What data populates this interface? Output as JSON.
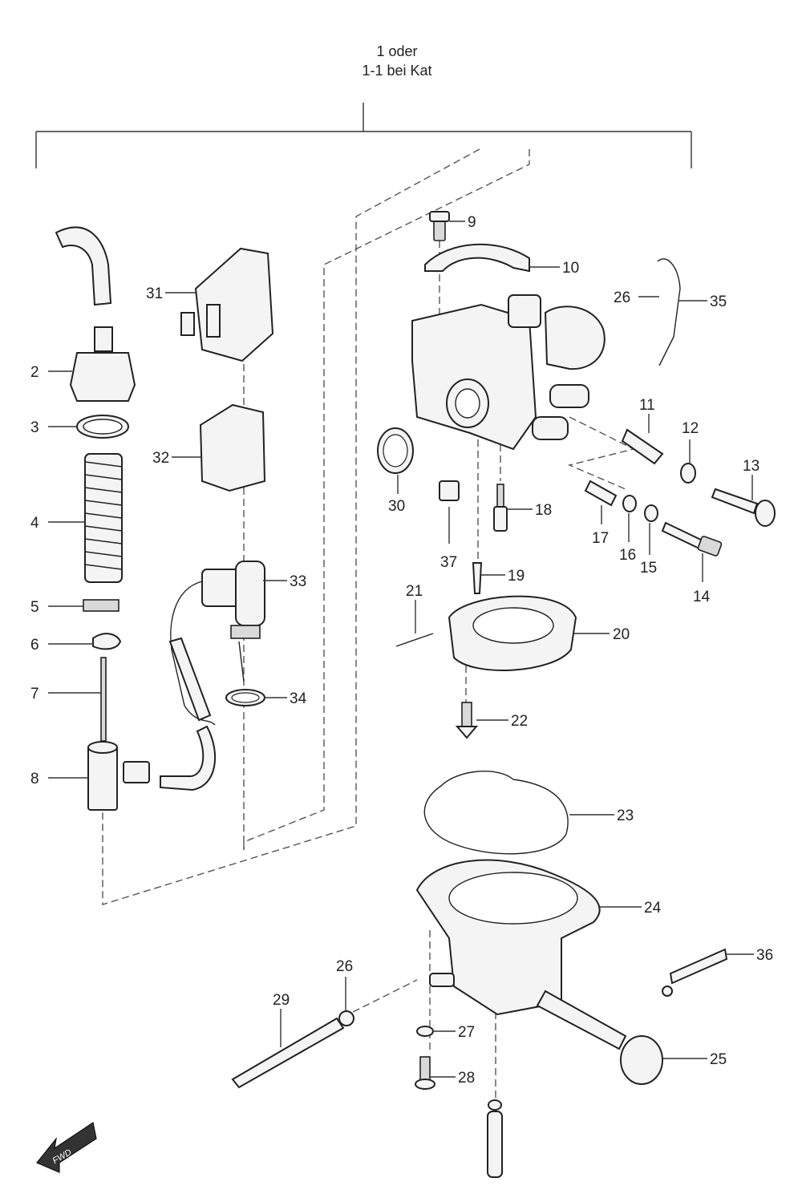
{
  "title": {
    "line1": "1 oder",
    "line2": "1-1 bei Kat"
  },
  "callouts": [
    {
      "id": "c2",
      "label": "2"
    },
    {
      "id": "c3",
      "label": "3"
    },
    {
      "id": "c4",
      "label": "4"
    },
    {
      "id": "c5",
      "label": "5"
    },
    {
      "id": "c6",
      "label": "6"
    },
    {
      "id": "c7",
      "label": "7"
    },
    {
      "id": "c8",
      "label": "8"
    },
    {
      "id": "c9",
      "label": "9"
    },
    {
      "id": "c10",
      "label": "10"
    },
    {
      "id": "c11",
      "label": "11"
    },
    {
      "id": "c12",
      "label": "12"
    },
    {
      "id": "c13",
      "label": "13"
    },
    {
      "id": "c14",
      "label": "14"
    },
    {
      "id": "c15",
      "label": "15"
    },
    {
      "id": "c16",
      "label": "16"
    },
    {
      "id": "c17",
      "label": "17"
    },
    {
      "id": "c18",
      "label": "18"
    },
    {
      "id": "c19",
      "label": "19"
    },
    {
      "id": "c20",
      "label": "20"
    },
    {
      "id": "c21",
      "label": "21"
    },
    {
      "id": "c22",
      "label": "22"
    },
    {
      "id": "c23",
      "label": "23"
    },
    {
      "id": "c24",
      "label": "24"
    },
    {
      "id": "c25",
      "label": "25"
    },
    {
      "id": "c26a",
      "label": "26"
    },
    {
      "id": "c26b",
      "label": "26"
    },
    {
      "id": "c27",
      "label": "27"
    },
    {
      "id": "c28",
      "label": "28"
    },
    {
      "id": "c29",
      "label": "29"
    },
    {
      "id": "c30",
      "label": "30"
    },
    {
      "id": "c31",
      "label": "31"
    },
    {
      "id": "c32",
      "label": "32"
    },
    {
      "id": "c33",
      "label": "33"
    },
    {
      "id": "c34",
      "label": "34"
    },
    {
      "id": "c35",
      "label": "35"
    },
    {
      "id": "c36",
      "label": "36"
    },
    {
      "id": "c37",
      "label": "37"
    }
  ],
  "fwd_label": "FWD"
}
